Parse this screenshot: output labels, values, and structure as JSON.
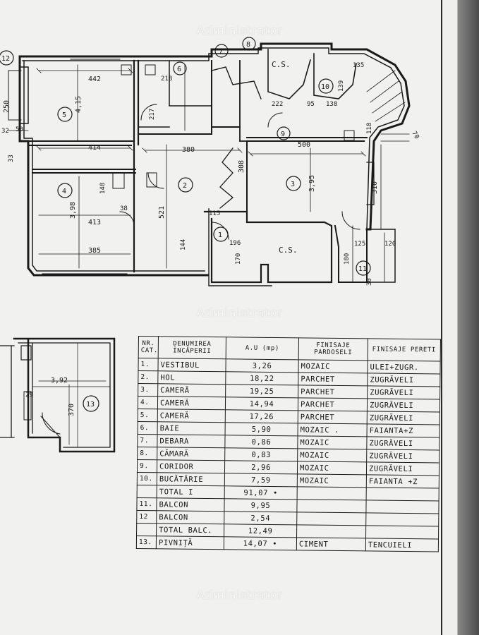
{
  "watermark": "Administrator",
  "floor_plan": {
    "room_numbers": [
      "1",
      "2",
      "3",
      "4",
      "5",
      "6",
      "7",
      "8",
      "9",
      "10",
      "11",
      "12",
      "13"
    ],
    "cs_labels": [
      "C.S.",
      "C.S."
    ],
    "dimensions": {
      "d442": "442",
      "d415": "4,15",
      "d250": "250",
      "d414": "414",
      "d380": "380",
      "d500": "500",
      "d521": "521",
      "d395": "3,95",
      "d398": "3,98",
      "d413": "413",
      "d385": "385",
      "d308": "308",
      "d310": "310",
      "d218": "218",
      "d217": "217",
      "d148": "148",
      "d144": "144",
      "d196": "196",
      "d170": "170",
      "d180": "180",
      "d125": "125",
      "d120": "120",
      "d118": "118",
      "d135": "135",
      "d139": "139",
      "d222": "222",
      "d95": "95",
      "d138": "138",
      "d32": "32",
      "d50": "50",
      "d33": "33",
      "d115": "115",
      "d38": "38",
      "d70": "70",
      "d30": "30",
      "d392": "3,92",
      "d370": "370",
      "d29": "29"
    }
  },
  "table": {
    "headers": [
      "NR. CAT.",
      "DENUMIREA ÎNCĂPERII",
      "A.U (mp)",
      "FINISAJE PARDOSELI",
      "FINISAJE PERETI"
    ],
    "rows": [
      {
        "nr": "1.",
        "room": "VESTIBUL",
        "area": "3,26",
        "floor": "MOZAIC",
        "walls": "ULEI+ZUGR."
      },
      {
        "nr": "2.",
        "room": "HOL",
        "area": "18,22",
        "floor": "PARCHET",
        "walls": "ZUGRĂVELI"
      },
      {
        "nr": "3.",
        "room": "CAMERĂ",
        "area": "19,25",
        "floor": "PARCHET",
        "walls": "ZUGRĂVELI"
      },
      {
        "nr": "4.",
        "room": "CAMERĂ",
        "area": "14,94",
        "floor": "PARCHET",
        "walls": "ZUGRĂVELI"
      },
      {
        "nr": "5.",
        "room": "CAMERĂ",
        "area": "17,26",
        "floor": "PARCHET",
        "walls": "ZUGRĂVELI"
      },
      {
        "nr": "6.",
        "room": "BAIE",
        "area": "5,90",
        "floor": "MOZAIC .",
        "walls": "FAIANTA+Z"
      },
      {
        "nr": "7.",
        "room": "DEBARA",
        "area": "0,86",
        "floor": "MOZAIC",
        "walls": "ZUGRĂVELI"
      },
      {
        "nr": "8.",
        "room": "CĂMARĂ",
        "area": "0,83",
        "floor": "MOZAIC",
        "walls": "ZUGRĂVELI"
      },
      {
        "nr": "9.",
        "room": "CORIDOR",
        "area": "2,96",
        "floor": "MOZAIC",
        "walls": "ZUGRĂVELI"
      },
      {
        "nr": "10.",
        "room": "BUCĂTĂRIE",
        "area": "7,59",
        "floor": "MOZAIC",
        "walls": "FAIANTA +Z"
      },
      {
        "nr": "",
        "room": "TOTAL I",
        "area": "91,07 •",
        "floor": "",
        "walls": ""
      },
      {
        "nr": "11.",
        "room": "BALCON",
        "area": "9,95",
        "floor": "",
        "walls": ""
      },
      {
        "nr": "12",
        "room": "BALCON",
        "area": "2,54",
        "floor": "",
        "walls": ""
      },
      {
        "nr": "",
        "room": "TOTAL BALC.",
        "area": "12,49",
        "floor": "",
        "walls": ""
      },
      {
        "nr": "13.",
        "room": "PIVNIȚĂ",
        "area": "14,07 •",
        "floor": "CIMENT",
        "walls": "TENCUIELI"
      }
    ]
  }
}
